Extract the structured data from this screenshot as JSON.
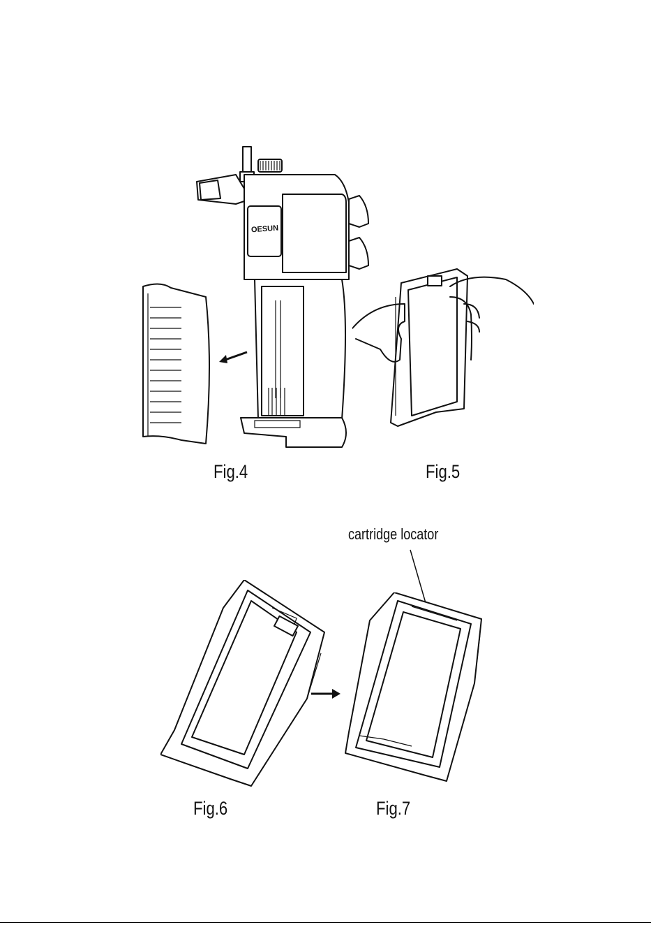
{
  "figures": {
    "fig4": {
      "caption": "Fig.4",
      "brand_logo": "OESUN"
    },
    "fig5": {
      "caption": "Fig.5"
    },
    "fig6": {
      "caption": "Fig.6"
    },
    "fig7": {
      "caption": "Fig.7",
      "callout": "cartridge locator"
    }
  },
  "icons": {
    "fig4_arrow": "arrow-left-icon",
    "fig6_arrow": "arrow-right-icon"
  }
}
